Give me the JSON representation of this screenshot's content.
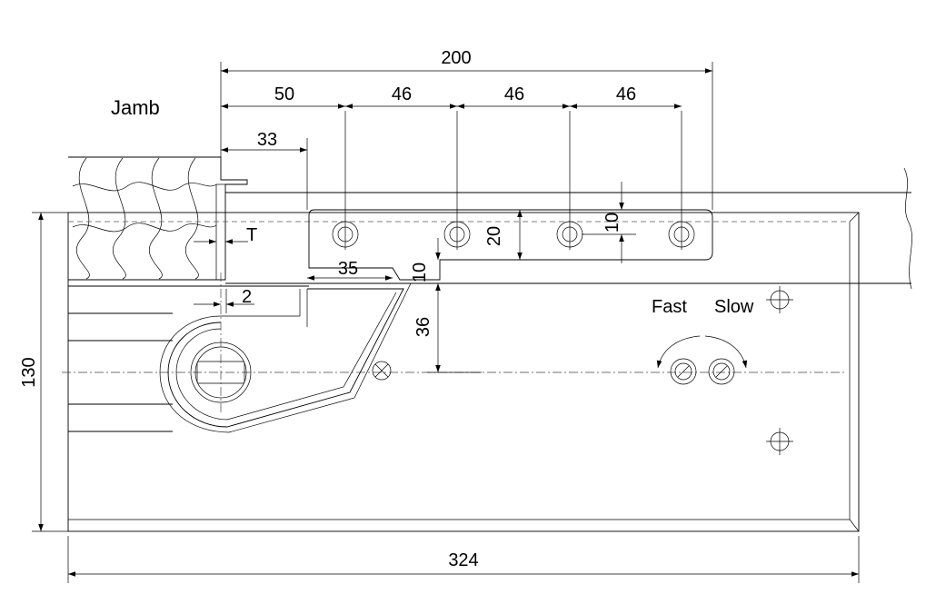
{
  "labels": {
    "jamb": "Jamb",
    "fast": "Fast",
    "slow": "Slow",
    "thickness": "T"
  },
  "dimensions": {
    "overall_width": "200",
    "first_pitch": "50",
    "pitch_a": "46",
    "pitch_b": "46",
    "pitch_c": "46",
    "jamb_offset": "33",
    "plate_height": "20",
    "hole_offset": "10",
    "arm_offset": "35",
    "plate_gap": "10",
    "pivot_depth": "36",
    "body_height": "130",
    "clearance": "2",
    "body_length": "324"
  }
}
